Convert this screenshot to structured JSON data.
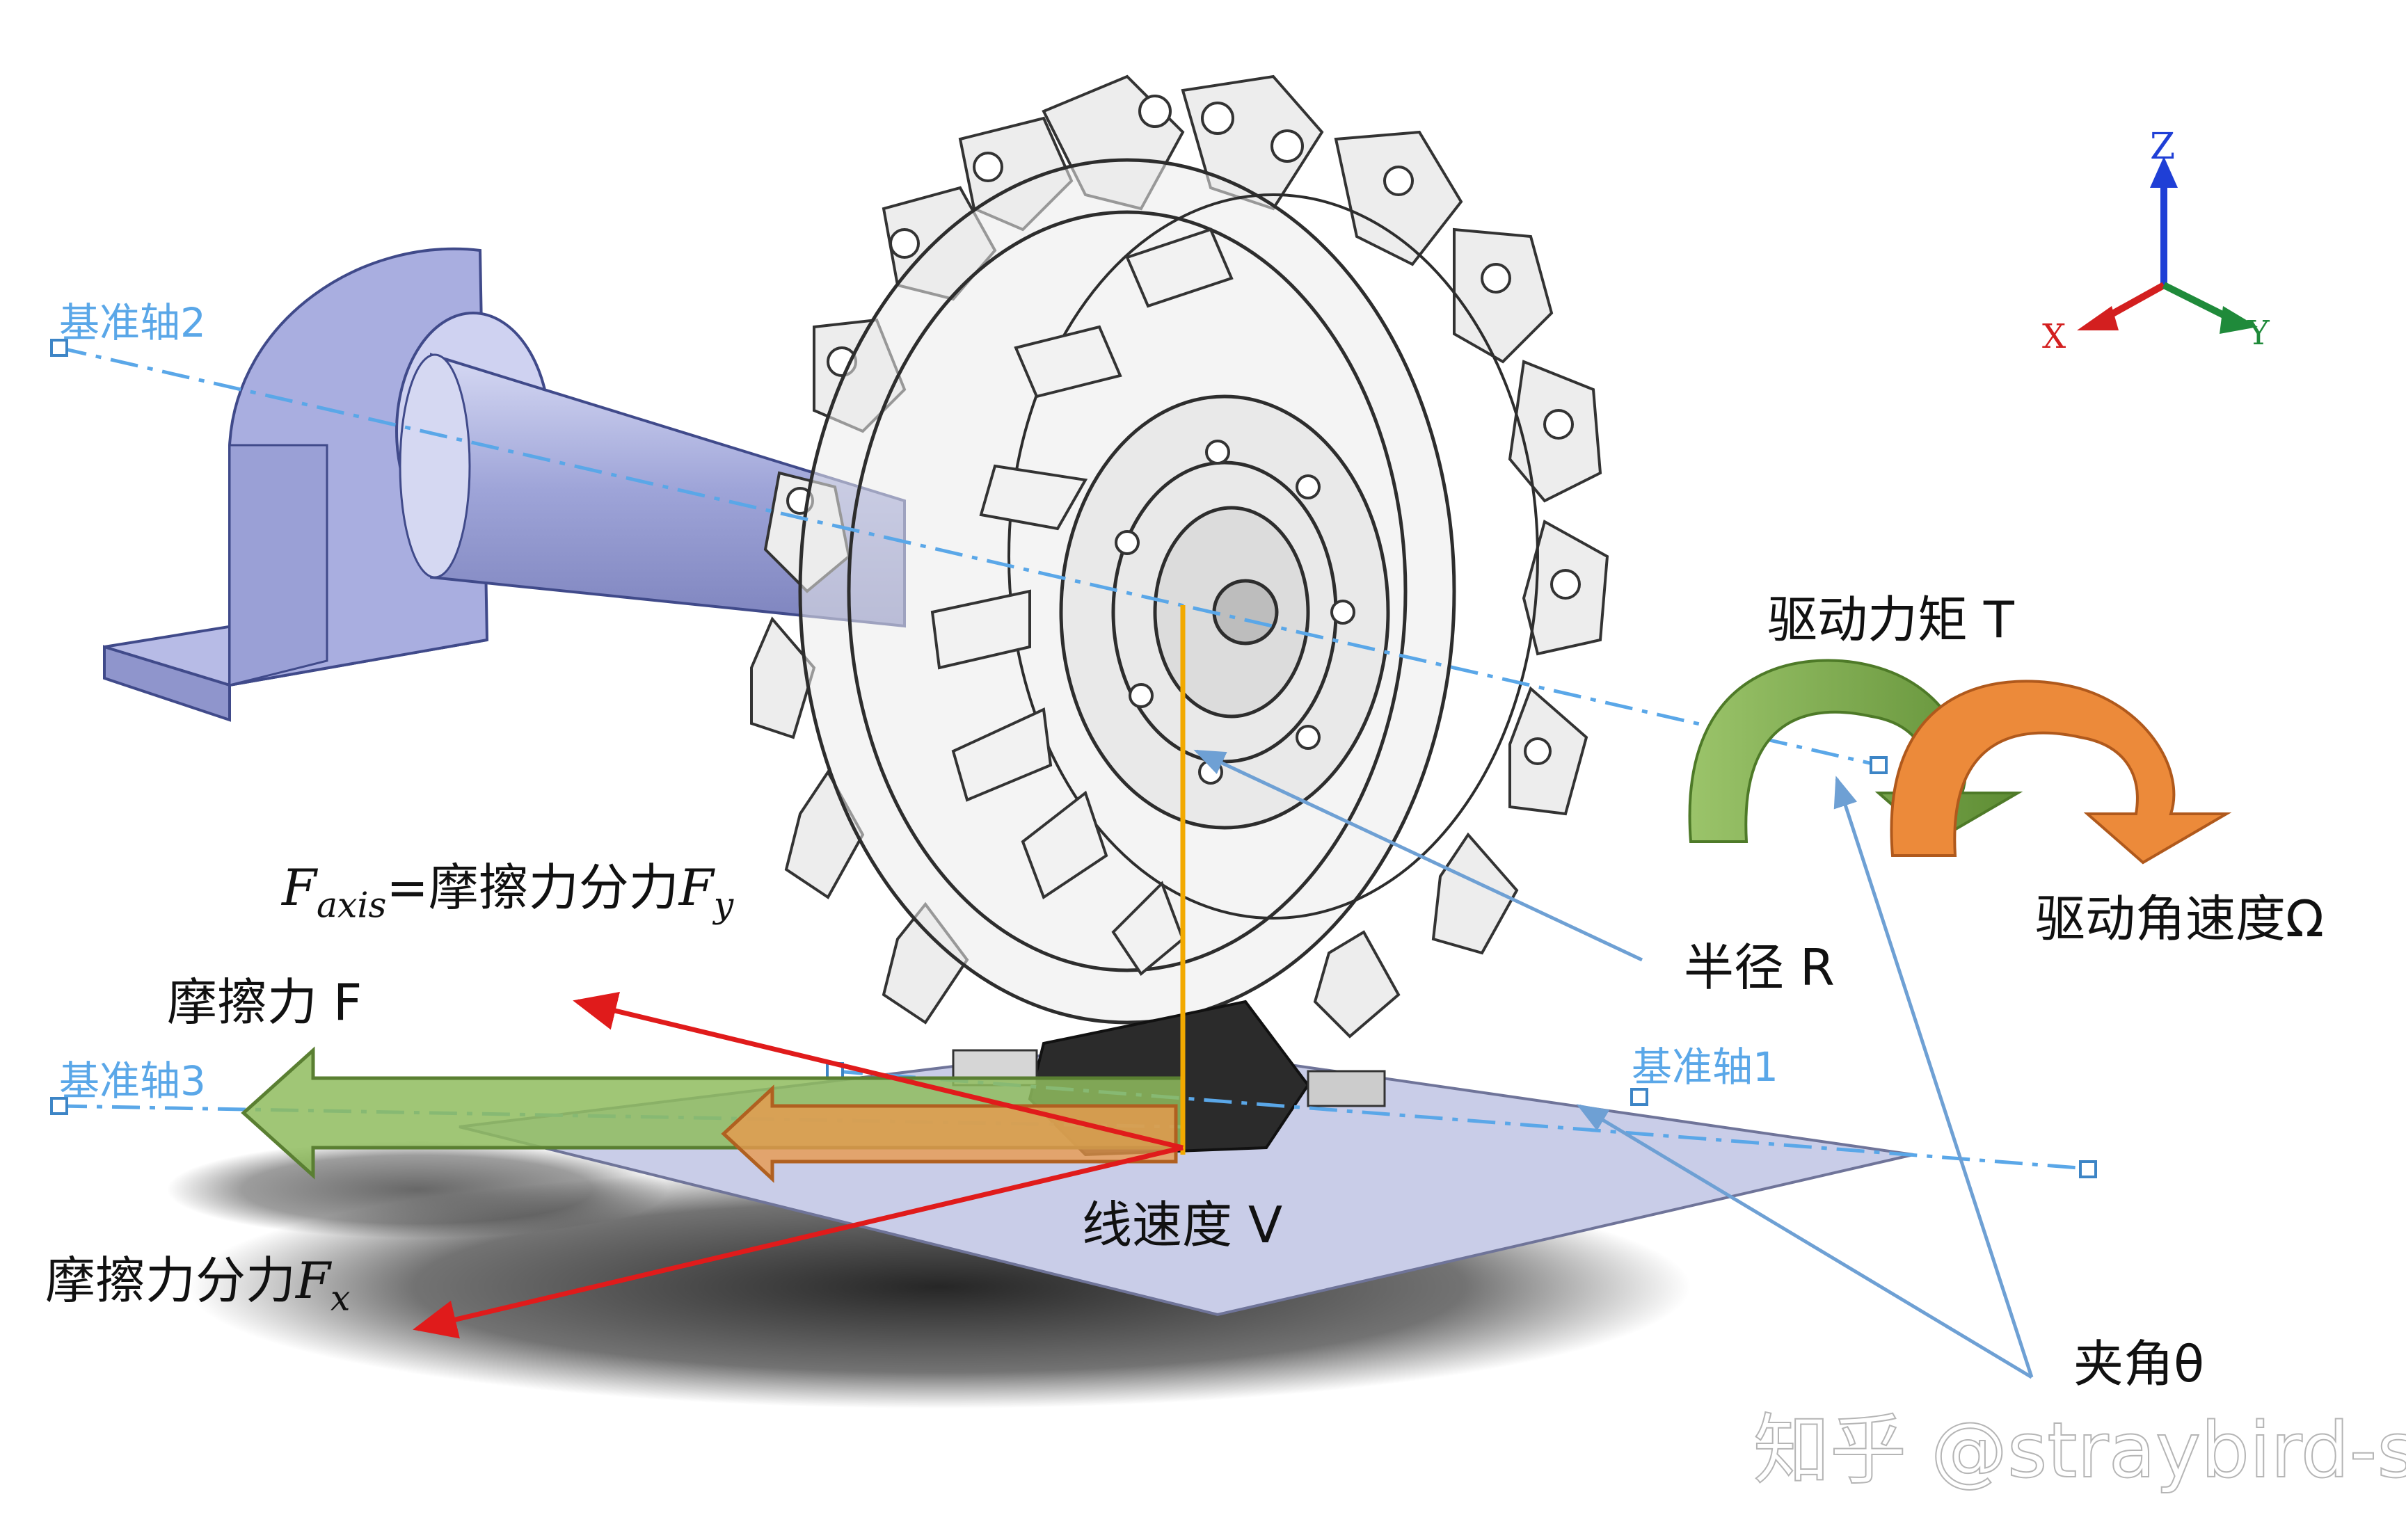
{
  "labels": {
    "drive_torque": "驱动力矩 T",
    "drive_angular_velocity": "驱动角速度Ω",
    "radius": "半径 R",
    "friction": "摩擦力 F",
    "f_axis_prefix": "F",
    "f_axis_sub": "axis",
    "f_axis_mid": "=摩擦力分力",
    "f_axis_tail": "F",
    "f_axis_tail_sub": "y",
    "friction_x_prefix": "摩擦力分力",
    "friction_x_var": "F",
    "friction_x_sub": "x",
    "linear_velocity": "线速度 V",
    "angle": "夹角θ"
  },
  "datums": {
    "axis1": "基准轴1",
    "axis2": "基准轴2",
    "axis3": "基准轴3"
  },
  "triad": {
    "z": "Z",
    "x": "X",
    "y": "Y"
  },
  "watermark": "知乎 @straybird-s",
  "colors": {
    "friction_arrow": "#e01b1b",
    "green_arrow": "#6a9a3a",
    "orange_arrow": "#e07b2a",
    "blue_leader": "#6ea0d4",
    "datum_line": "#5aa7e8",
    "yellow_radius": "#f2a900",
    "base_plate": "#c9cde8",
    "bearing_block": "#a9aee0"
  }
}
